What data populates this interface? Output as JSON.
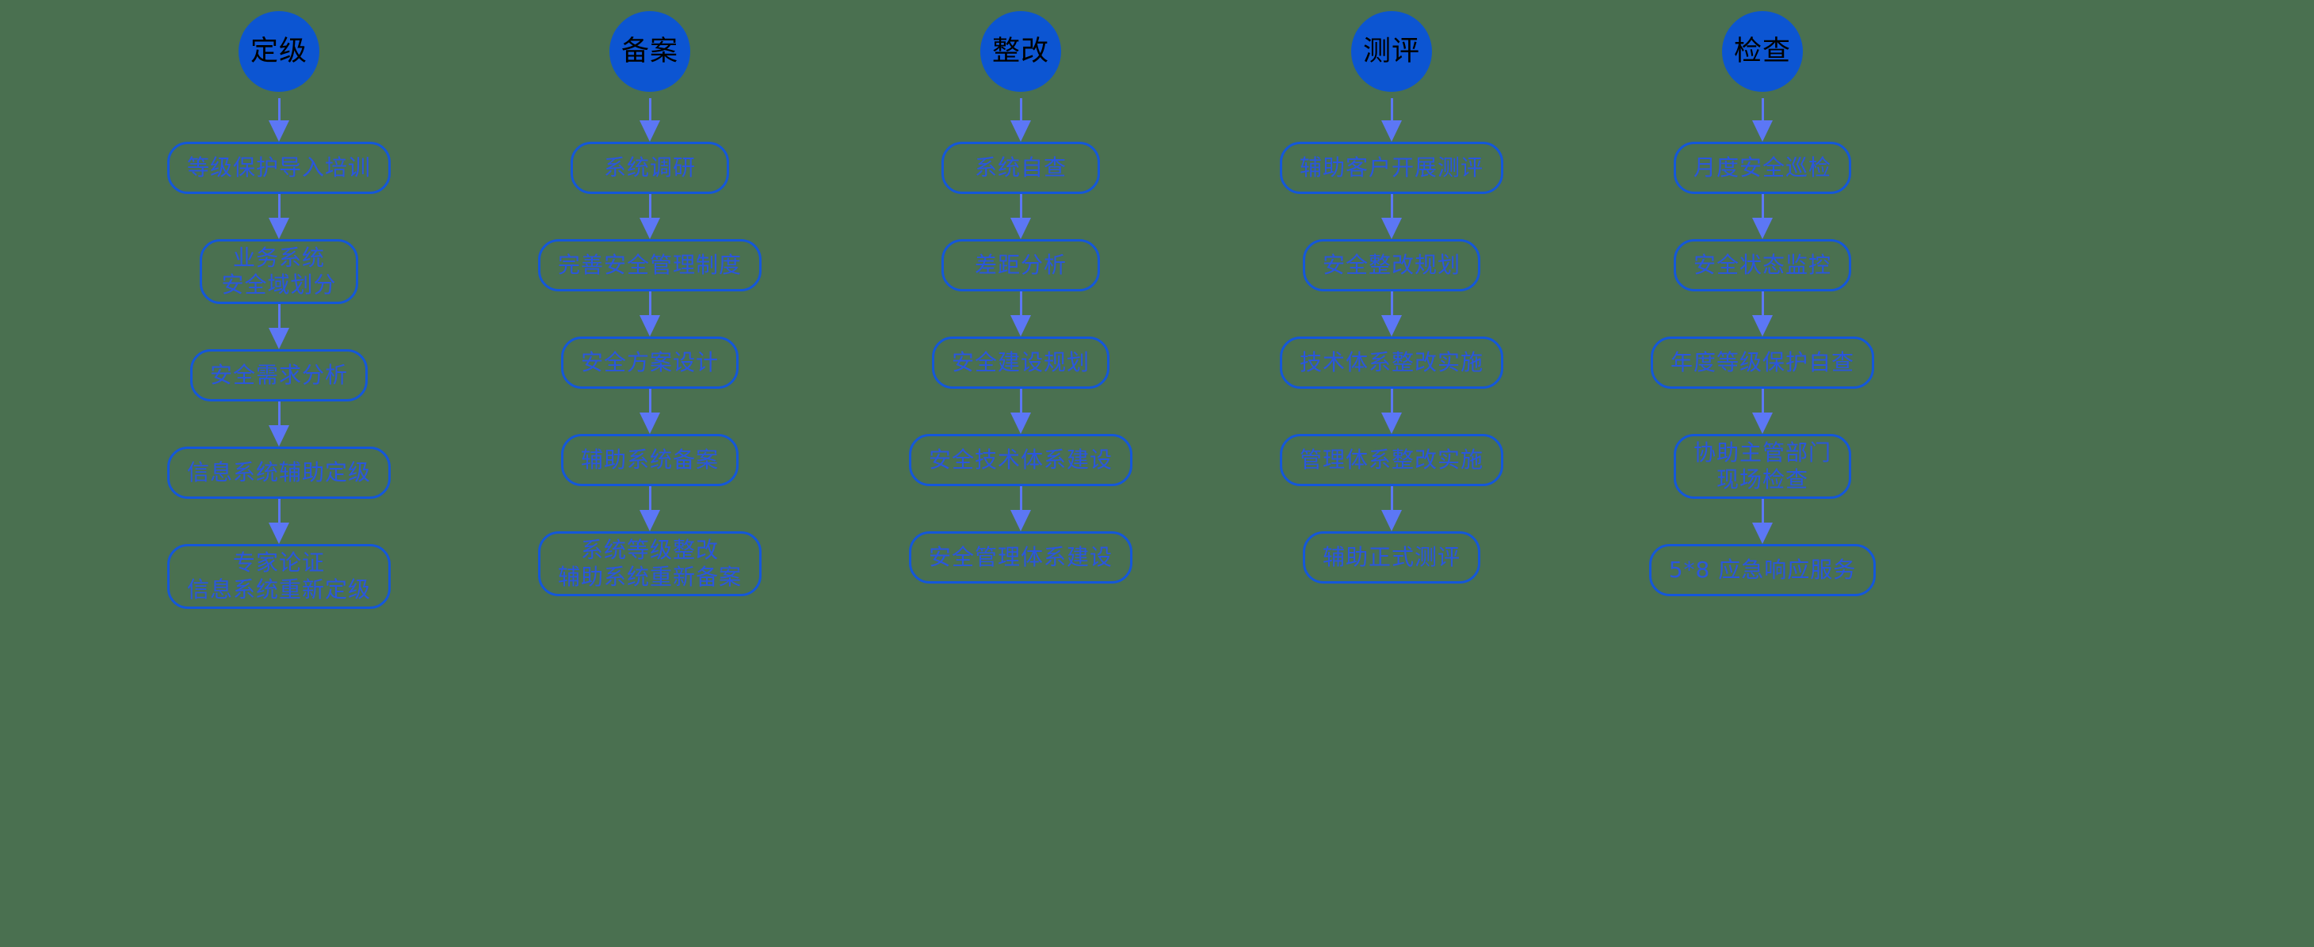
{
  "theme": {
    "background": "#4a7050",
    "circle_fill": "#0c55d2",
    "circle_text": "#000000",
    "node_border": "#1457da",
    "node_text": "#2a56dd",
    "arrow": "#5c77f5"
  },
  "diagram": {
    "type": "flowchart",
    "orientation": "five-parallel-vertical-chains",
    "columns": [
      {
        "id": "dingji",
        "stage": "定级",
        "steps": [
          {
            "lines": [
              "等级保护导入培训"
            ]
          },
          {
            "lines": [
              "业务系统",
              "安全域划分"
            ]
          },
          {
            "lines": [
              "安全需求分析"
            ]
          },
          {
            "lines": [
              "信息系统辅助定级"
            ]
          },
          {
            "lines": [
              "专家论证",
              "信息系统重新定级"
            ]
          }
        ]
      },
      {
        "id": "bei-an",
        "stage": "备案",
        "steps": [
          {
            "lines": [
              "系统调研"
            ]
          },
          {
            "lines": [
              "完善安全管理制度"
            ]
          },
          {
            "lines": [
              "安全方案设计"
            ]
          },
          {
            "lines": [
              "辅助系统备案"
            ]
          },
          {
            "lines": [
              "系统等级整改",
              "辅助系统重新备案"
            ]
          }
        ]
      },
      {
        "id": "zhenggai",
        "stage": "整改",
        "steps": [
          {
            "lines": [
              "系统自查"
            ]
          },
          {
            "lines": [
              "差距分析"
            ]
          },
          {
            "lines": [
              "安全建设规划"
            ]
          },
          {
            "lines": [
              "安全技术体系建设"
            ]
          },
          {
            "lines": [
              "安全管理体系建设"
            ]
          }
        ]
      },
      {
        "id": "ceping",
        "stage": "测评",
        "steps": [
          {
            "lines": [
              "辅助客户开展测评"
            ]
          },
          {
            "lines": [
              "安全整改规划"
            ]
          },
          {
            "lines": [
              "技术体系整改实施"
            ]
          },
          {
            "lines": [
              "管理体系整改实施"
            ]
          },
          {
            "lines": [
              "辅助正式测评"
            ]
          }
        ]
      },
      {
        "id": "jiancha",
        "stage": "检查",
        "steps": [
          {
            "lines": [
              "月度安全巡检"
            ]
          },
          {
            "lines": [
              "安全状态监控"
            ]
          },
          {
            "lines": [
              "年度等级保护自查"
            ]
          },
          {
            "lines": [
              "协助主管部门",
              "现场检查"
            ]
          },
          {
            "lines": [
              "5*8  应急响应服务"
            ]
          }
        ]
      }
    ]
  }
}
